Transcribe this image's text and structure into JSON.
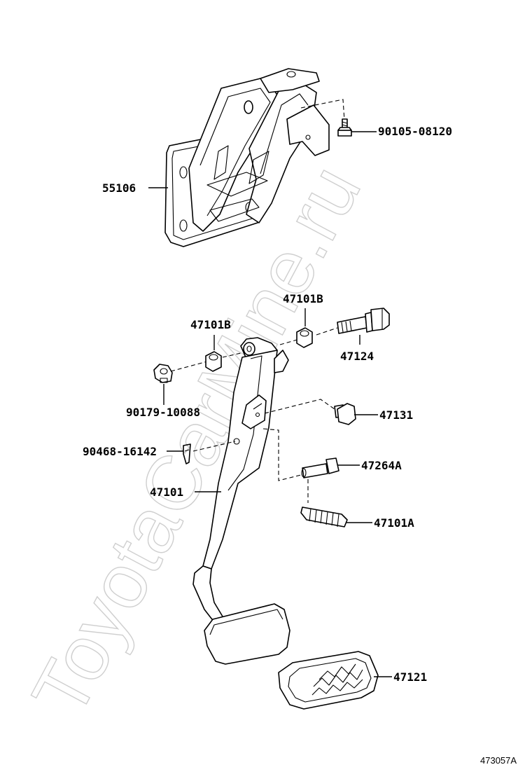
{
  "watermark": "ToyotaCarMine.ru",
  "diagram_code": "473057A",
  "parts": {
    "bracket": "55106",
    "bolt_top": "90105-08120",
    "bushing_left": "47101B",
    "bushing_right": "47101B",
    "pivot_bolt": "47124",
    "nut": "90179-10088",
    "stopper": "47131",
    "clip": "90468-16142",
    "pedal_arm": "47101",
    "pin": "47264A",
    "cushion": "47101A",
    "pedal_pad": "47121"
  }
}
